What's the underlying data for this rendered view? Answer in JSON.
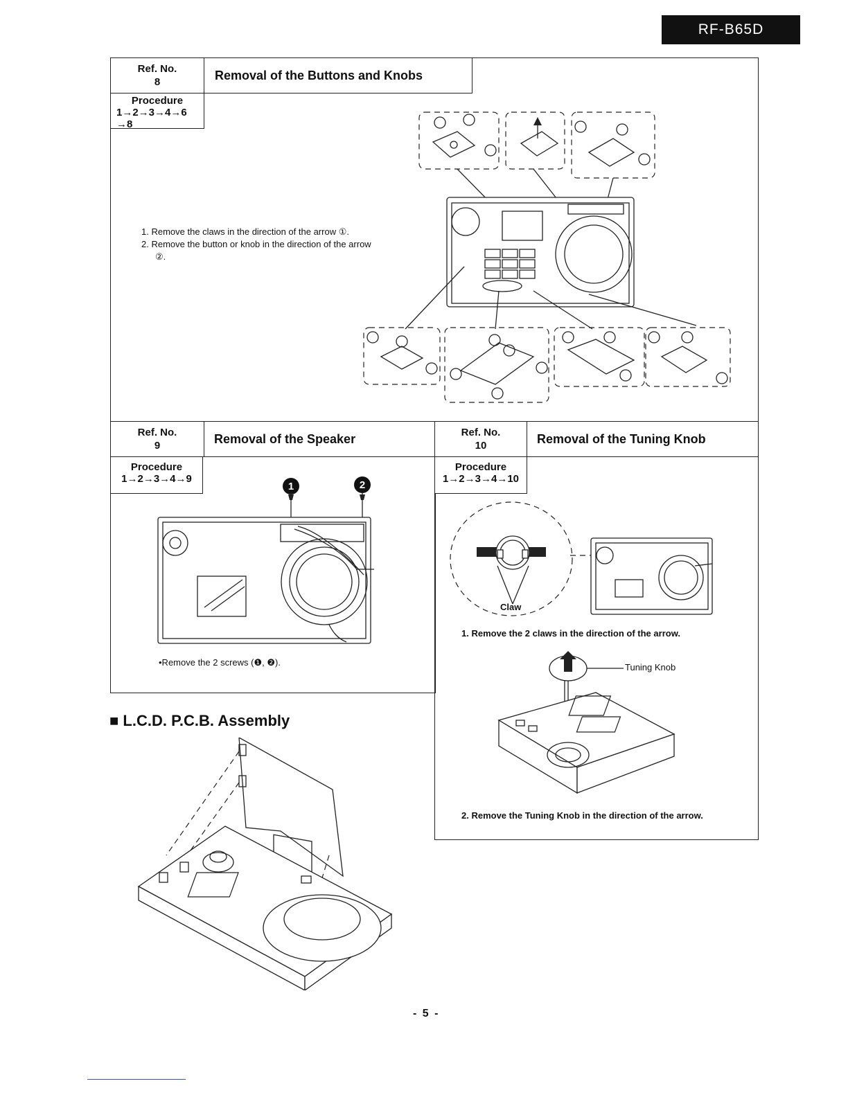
{
  "model": "RF-B65D",
  "section8": {
    "ref_label": "Ref. No.",
    "ref_no": "8",
    "title": "Removal of the Buttons and Knobs",
    "procedure_label": "Procedure",
    "procedure_line1": "1→2→3→4→6",
    "procedure_line2": "→8",
    "steps": [
      "1.  Remove the claws in the direction of the arrow ①.",
      "2.  Remove the button or knob in the direction of the arrow",
      "②."
    ]
  },
  "section9": {
    "ref_label": "Ref. No.",
    "ref_no": "9",
    "title": "Removal of the Speaker",
    "procedure_label": "Procedure",
    "procedure": "1→2→3→4→9",
    "screw_1": "1",
    "screw_2": "2",
    "note": "•Remove the 2 screws (❶, ❷)."
  },
  "section10": {
    "ref_label": "Ref. No.",
    "ref_no": "10",
    "title": "Removal of the Tuning Knob",
    "procedure_label": "Procedure",
    "procedure": "1→2→3→4→10",
    "claw_label": "Claw",
    "step1": "1.  Remove the 2 claws in the direction of the arrow.",
    "tuning_knob_label": "Tuning Knob",
    "step2": "2.  Remove the Tuning Knob in the direction of the arrow."
  },
  "lcd_section": {
    "title": "■ L.C.D. P.C.B. Assembly"
  },
  "page_number": "- 5 -"
}
